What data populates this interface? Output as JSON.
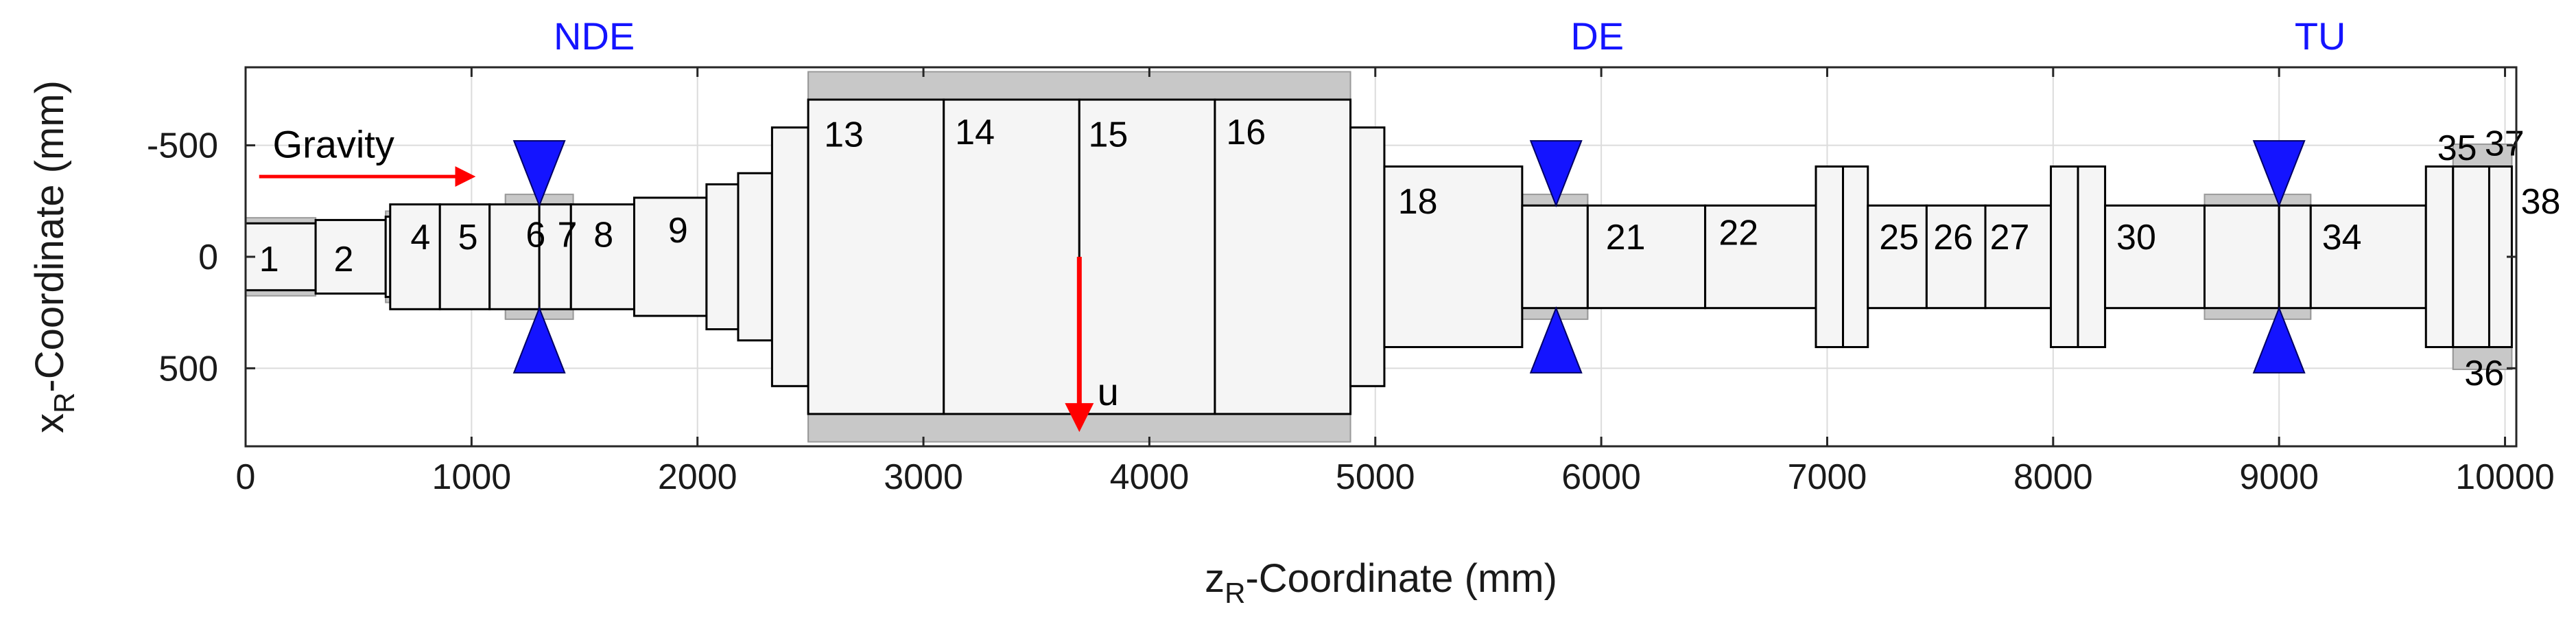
{
  "chart_data": {
    "type": "diagram",
    "xlabel": {
      "main": "z",
      "sub": "R",
      "rest": "-Coordinate (mm)"
    },
    "ylabel": {
      "main": "x",
      "sub": "R",
      "rest": "-Coordinate (mm)"
    },
    "xlim": [
      0,
      10050
    ],
    "ylim": [
      -850,
      850
    ],
    "y_reversed": true,
    "grid": true,
    "x_ticks": [
      {
        "v": 0,
        "label": "0"
      },
      {
        "v": 1000,
        "label": "1000"
      },
      {
        "v": 2000,
        "label": "2000"
      },
      {
        "v": 3000,
        "label": "3000"
      },
      {
        "v": 4000,
        "label": "4000"
      },
      {
        "v": 5000,
        "label": "5000"
      },
      {
        "v": 6000,
        "label": "6000"
      },
      {
        "v": 7000,
        "label": "7000"
      },
      {
        "v": 8000,
        "label": "8000"
      },
      {
        "v": 9000,
        "label": "9000"
      },
      {
        "v": 10000,
        "label": "10000"
      }
    ],
    "y_ticks": [
      {
        "v": -500,
        "label": "-500"
      },
      {
        "v": 0,
        "label": "0"
      },
      {
        "v": 500,
        "label": "500"
      }
    ],
    "sections": [
      {
        "z0": 0,
        "z1": 310,
        "r": 150
      },
      {
        "z0": 310,
        "z1": 620,
        "r": 165
      },
      {
        "z0": 620,
        "z1": 640,
        "r": 180
      },
      {
        "z0": 640,
        "z1": 860,
        "r": 235
      },
      {
        "z0": 860,
        "z1": 1080,
        "r": 235
      },
      {
        "z0": 1080,
        "z1": 1300,
        "r": 235
      },
      {
        "z0": 1300,
        "z1": 1440,
        "r": 235
      },
      {
        "z0": 1440,
        "z1": 1720,
        "r": 235
      },
      {
        "z0": 1720,
        "z1": 2040,
        "r": 265
      },
      {
        "z0": 2040,
        "z1": 2180,
        "r": 325
      },
      {
        "z0": 2180,
        "z1": 2330,
        "r": 375
      },
      {
        "z0": 2330,
        "z1": 2490,
        "r": 580
      },
      {
        "z0": 2490,
        "z1": 3090,
        "r": 705
      },
      {
        "z0": 3090,
        "z1": 3690,
        "r": 705
      },
      {
        "z0": 3690,
        "z1": 4290,
        "r": 705
      },
      {
        "z0": 4290,
        "z1": 4890,
        "r": 705
      },
      {
        "z0": 4890,
        "z1": 5040,
        "r": 580
      },
      {
        "z0": 5040,
        "z1": 5650,
        "r": 405
      },
      {
        "z0": 5650,
        "z1": 5940,
        "r": 230
      },
      {
        "z0": 5940,
        "z1": 6460,
        "r": 230
      },
      {
        "z0": 6460,
        "z1": 6950,
        "r": 230
      },
      {
        "z0": 6950,
        "z1": 7070,
        "r": 405
      },
      {
        "z0": 7070,
        "z1": 7180,
        "r": 405
      },
      {
        "z0": 7180,
        "z1": 7440,
        "r": 230
      },
      {
        "z0": 7440,
        "z1": 7700,
        "r": 230
      },
      {
        "z0": 7700,
        "z1": 7990,
        "r": 230
      },
      {
        "z0": 7990,
        "z1": 8110,
        "r": 405
      },
      {
        "z0": 8110,
        "z1": 8230,
        "r": 405
      },
      {
        "z0": 8230,
        "z1": 8670,
        "r": 230
      },
      {
        "z0": 8670,
        "z1": 9000,
        "r": 230
      },
      {
        "z0": 9000,
        "z1": 9140,
        "r": 230
      },
      {
        "z0": 9140,
        "z1": 9650,
        "r": 230
      },
      {
        "z0": 9650,
        "z1": 9770,
        "r": 405
      },
      {
        "z0": 9770,
        "z1": 9930,
        "r": 405
      },
      {
        "z0": 9930,
        "z1": 10030,
        "r": 405
      }
    ],
    "disks": [
      {
        "z0": 0,
        "z1": 310,
        "r0": 150,
        "r1": 175
      },
      {
        "z0": 620,
        "z1": 640,
        "r0": 180,
        "r1": 205
      },
      {
        "z0": 1150,
        "z1": 1450,
        "r0": 235,
        "r1": 280
      },
      {
        "z0": 2490,
        "z1": 4890,
        "r0": 705,
        "r1": 830
      },
      {
        "z0": 5650,
        "z1": 5940,
        "r0": 230,
        "r1": 280
      },
      {
        "z0": 8670,
        "z1": 9140,
        "r0": 230,
        "r1": 280
      },
      {
        "z0": 9770,
        "z1": 10030,
        "r0": 405,
        "r1": 505
      }
    ],
    "bearings": [
      {
        "z": 1300,
        "label": "NDE"
      },
      {
        "z": 5800,
        "label": "DE"
      },
      {
        "z": 9000,
        "label": "TU"
      }
    ],
    "element_labels": [
      {
        "text": "1",
        "z": 60,
        "x": 10
      },
      {
        "text": "2",
        "z": 390,
        "x": 10
      },
      {
        "text": "4",
        "z": 730,
        "x": -90
      },
      {
        "text": "5",
        "z": 940,
        "x": -90
      },
      {
        "text": "6",
        "z": 1240,
        "x": -100
      },
      {
        "text": "7",
        "z": 1380,
        "x": -100
      },
      {
        "text": "8",
        "z": 1540,
        "x": -100
      },
      {
        "text": "9",
        "z": 1870,
        "x": -120
      },
      {
        "text": "13",
        "z": 2560,
        "x": -550
      },
      {
        "text": "14",
        "z": 3140,
        "x": -560
      },
      {
        "text": "15",
        "z": 3730,
        "x": -550
      },
      {
        "text": "16",
        "z": 4340,
        "x": -560
      },
      {
        "text": "18",
        "z": 5100,
        "x": -250
      },
      {
        "text": "21",
        "z": 6020,
        "x": -90
      },
      {
        "text": "22",
        "z": 6520,
        "x": -110
      },
      {
        "text": "25",
        "z": 7230,
        "x": -90
      },
      {
        "text": "26",
        "z": 7470,
        "x": -90
      },
      {
        "text": "27",
        "z": 7720,
        "x": -90
      },
      {
        "text": "30",
        "z": 8280,
        "x": -90
      },
      {
        "text": "34",
        "z": 9190,
        "x": -90
      },
      {
        "text": "35",
        "z": 9700,
        "x": -490
      },
      {
        "text": "37",
        "z": 9910,
        "x": -510
      },
      {
        "text": "38",
        "z": 10070,
        "x": -250
      },
      {
        "text": "36",
        "z": 9820,
        "x": 520
      }
    ],
    "annotations": {
      "gravity": {
        "text": "Gravity",
        "z_text": 120,
        "x_text": -500,
        "z0": 60,
        "z1": 1000,
        "x_arrow": -360
      },
      "unbalance": {
        "text": "u",
        "z": 3690,
        "x0": 0,
        "x1": 760,
        "z_text": 3770,
        "x_text": 610
      }
    }
  }
}
